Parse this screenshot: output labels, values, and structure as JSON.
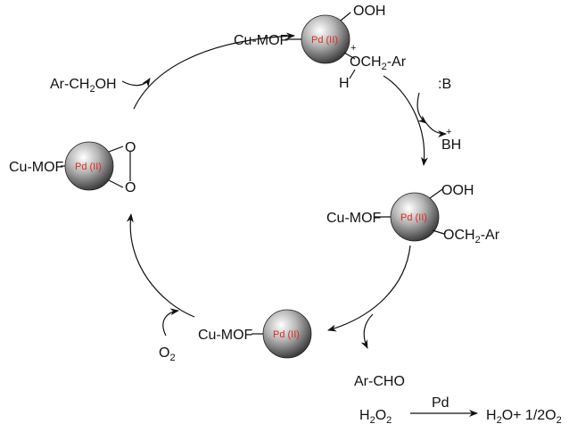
{
  "colors": {
    "ink": "#111111",
    "pd_label": "#e0281f",
    "sphere_light": "#ffffff",
    "sphere_dark": "#3a3a3a"
  },
  "pd_label": "Pd (II)",
  "cu_mof": "Cu-MOF",
  "top": {
    "oo_h": "OOH",
    "plus": "+",
    "o": "O",
    "ch": "CH",
    "sub2": "2",
    "ar": "-Ar",
    "h": "H"
  },
  "reagent_in": {
    "ar_ch": "Ar-CH",
    "sub2": "2",
    "oh": "OH"
  },
  "base": {
    "b": ":B",
    "bh_plus": "+",
    "bh": "BH"
  },
  "peroxo": {
    "o1": "O",
    "o2": "O"
  },
  "right": {
    "ooh": "OOH",
    "och": "OCH",
    "sub2": "2",
    "ar": "-Ar"
  },
  "oxygen": {
    "o": "O",
    "sub2": "2"
  },
  "product": "Ar-CHO",
  "decomp": {
    "h": "H",
    "sub2a": "2",
    "o": "O",
    "sub2b": "2",
    "catalyst": "Pd",
    "rhs_h": "H",
    "sub2c": "2",
    "rhs_mid": "O+ 1/2O",
    "sub2d": "2"
  }
}
